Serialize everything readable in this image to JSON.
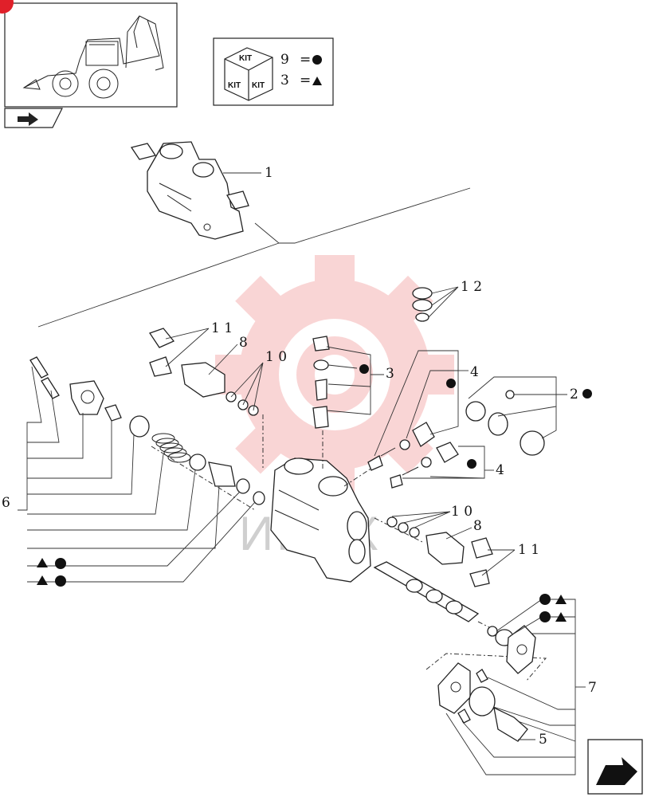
{
  "kit_legend": {
    "kit_label": "KIT",
    "rows": [
      {
        "number": "9",
        "equals": "=",
        "symbol": "circle"
      },
      {
        "number": "3",
        "equals": "=",
        "symbol": "triangle"
      }
    ]
  },
  "watermark": {
    "text": "ИНТХ"
  },
  "callouts": {
    "c1": "1",
    "c12": "1 2",
    "c11_top": "1 1",
    "c8_top": "8",
    "c10_top": "1 0",
    "c3": "3",
    "c4_top": "4",
    "c2": "2",
    "c4_mid": "4",
    "c6": "6",
    "c10_mid": "1 0",
    "c8_mid": "8",
    "c11_mid": "1 1",
    "c7": "7",
    "c5": "5"
  },
  "kit_markers": {
    "c3": [
      "circle"
    ],
    "c4_top": [
      "circle"
    ],
    "c2": [
      "circle"
    ],
    "c4_mid": [
      "circle"
    ],
    "c6_a": [
      "triangle",
      "circle"
    ],
    "c6_b": [
      "triangle",
      "circle"
    ],
    "c7_a": [
      "circle",
      "triangle"
    ],
    "c7_b": [
      "circle",
      "triangle"
    ]
  },
  "nav_icons": [
    "machine-thumbnail",
    "previous-page-arrow-icon",
    "next-page-arrow-icon"
  ],
  "colors": {
    "line": "#222222",
    "watermark_red": "#f08a8a",
    "badge": "#e0202a"
  }
}
